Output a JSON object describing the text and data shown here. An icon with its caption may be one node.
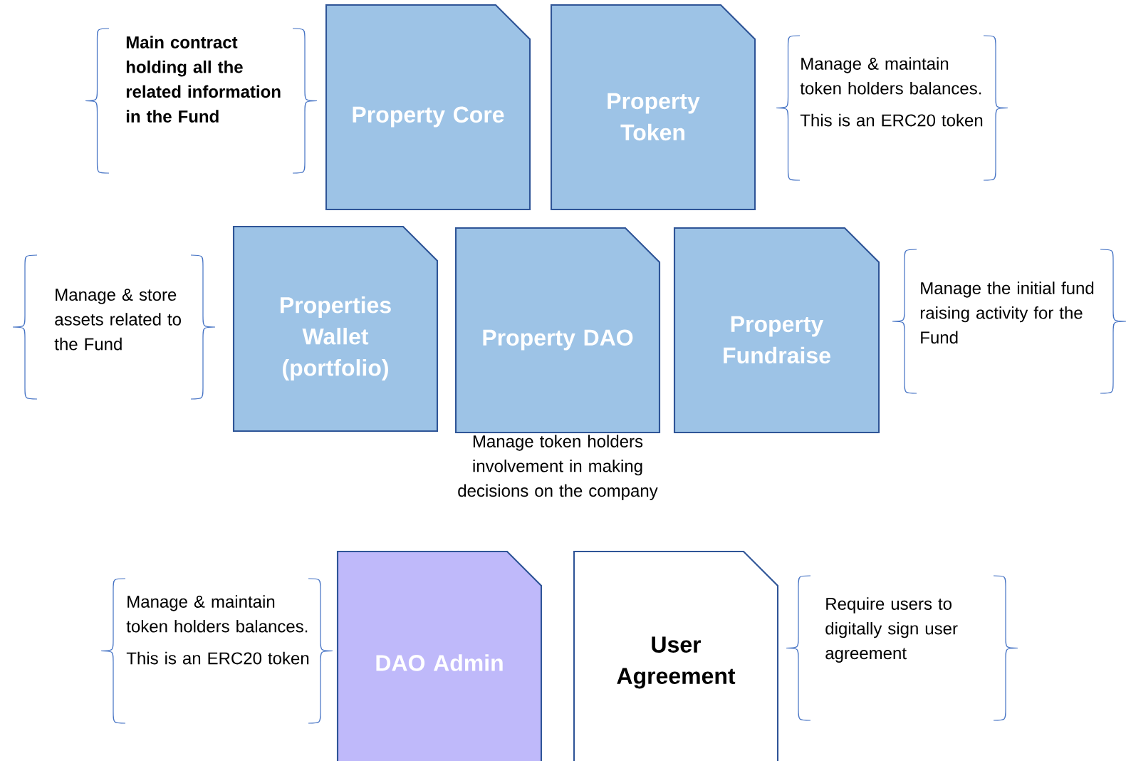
{
  "diagram": {
    "nodes": [
      {
        "text": [
          "Property Core"
        ],
        "beside": [
          "Main contract holding all the related information in the Fund"
        ]
      },
      {
        "text": [
          "Property Token"
        ],
        "beside": [
          "Manage & maintain token holders balances.",
          "This is an ERC20 token"
        ]
      },
      {
        "text": [
          "Properties Wallet (portfolio)"
        ],
        "beside": [
          "Manage & store assets related to the Fund"
        ]
      },
      {
        "text": [
          "Property DAO"
        ],
        "beside": [
          "Manage token holders involvement in making decisions on the company"
        ]
      },
      {
        "text": [
          "Property Fundraise"
        ],
        "beside": [
          "Manage the initial fund raising activity for the Fund"
        ]
      },
      {
        "text": [
          "DAO Admin"
        ],
        "beside": [
          "Manage & maintain token holders balances.",
          "This is an ERC20 token"
        ]
      },
      {
        "text": [
          "User Agreement"
        ],
        "beside": [
          "Require users to digitally sign user agreement"
        ]
      }
    ]
  }
}
